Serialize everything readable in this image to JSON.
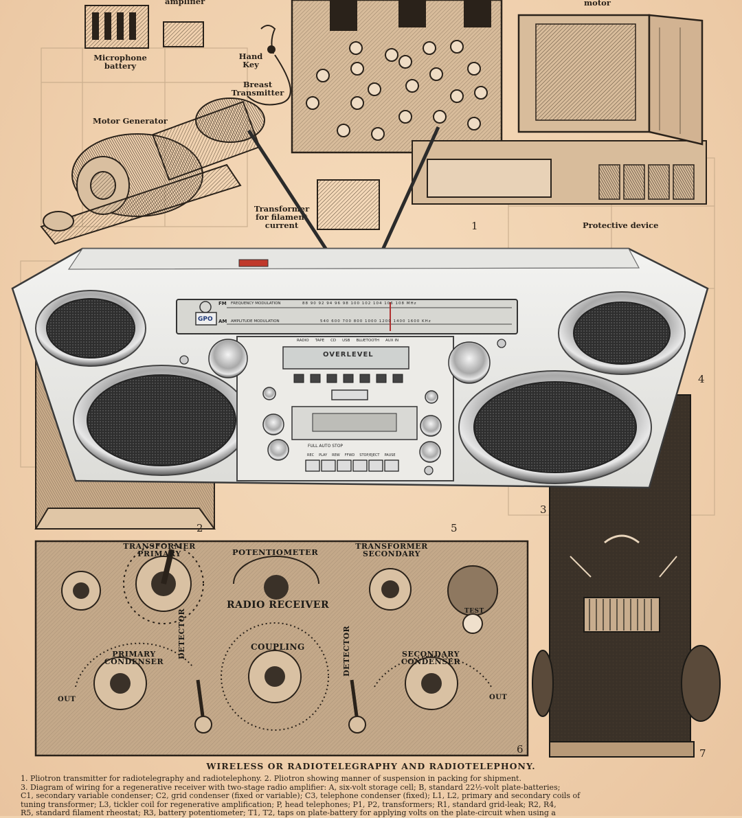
{
  "labels": {
    "amplifier": "amplifier",
    "motor": "motor",
    "microphone_battery": "Microphone battery",
    "hand_key": "Hand Key",
    "breast_transmitter": "Breast Transmitter",
    "motor_generator": "Motor Generator",
    "transformer_filament": "Transformer for filament current",
    "protective_device": "Protective device"
  },
  "figure_numbers": [
    "1",
    "2",
    "3",
    "4",
    "5",
    "6",
    "7"
  ],
  "panel": {
    "transformer_primary": "TRANSFORMER PRIMARY",
    "potentiometer": "POTENTIOMETER",
    "transformer_secondary": "TRANSFORMER SECONDARY",
    "radio_receiver": "RADIO RECEIVER",
    "primary_condenser": "PRIMARY CONDENSER",
    "detector_left": "DETECTOR",
    "coupling": "COUPLING",
    "detector_right": "DETECTOR",
    "secondary_condenser": "SECONDARY CONDENSER",
    "test": "TEST",
    "out_left": "OUT",
    "out_right": "OUT"
  },
  "boombox": {
    "brand": "GPO",
    "fm_band": "FM",
    "fm_label": "FREQUENCY MODULATION",
    "am_band": "AM",
    "am_label": "AMPLITUDE MODULATION",
    "fm_scale": "88 90 92 94 96 98 100 102 104 106 108 MHz",
    "am_scale": "540 600 700 800 1000 1200 1400 1600 KHz",
    "sources": [
      "RADIO",
      "TAPE",
      "CD",
      "USB",
      "BLUETOOTH",
      "AUX IN"
    ],
    "display_text": "OVERLEVEL",
    "tape_label": "FULL AUTO STOP",
    "tape_buttons": [
      "REC",
      "PLAY",
      "REW",
      "FFWD",
      "STOP/EJECT",
      "PAUSE"
    ]
  },
  "caption": {
    "title": "WIRELESS OR RADIOTELEGRAPHY AND RADIOTELEPHONY.",
    "line1": "1. Pliotron transmitter for radiotelegraphy and radiotelephony. 2. Pliotron showing manner of suspension in packing for shipment.",
    "line2": "3. Diagram of wiring for a regenerative receiver with two-stage radio amplifier: A, six-volt storage cell; B, standard 22½-volt plate-batteries;",
    "line3": "C1, secondary variable condenser; C2, grid condenser (fixed or variable); C3, telephone condenser (fixed); L1, L2, primary and secondary coils of",
    "line4": "tuning transformer; L3, tickler coil for regenerative amplification; P, head telephones; P1, P2, transformers; R1, standard grid-leak; R2, R4,",
    "line5": "R5, standard filament rheostat; R3, battery potentiometer; T1, T2, taps on plate-battery for applying volts on the plate-circuit when using a"
  }
}
